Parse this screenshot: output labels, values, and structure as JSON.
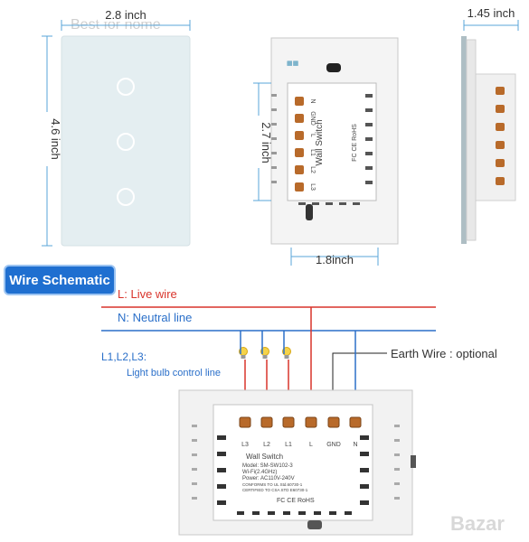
{
  "watermark": "Best for home",
  "dims": {
    "width_top": "2.8 inch",
    "height_left": "4.6 inch",
    "height_mid": "2.7 inch",
    "width_bottom": "1.8inch",
    "depth": "1.45 inch"
  },
  "module": {
    "title": "Wall Switch",
    "pins_top": [
      "N",
      "GND",
      "L",
      "L1",
      "L2",
      "L3"
    ],
    "marks": "FC CE RoHS"
  },
  "schematic": {
    "badge": "Wire Schematic",
    "live_prefix": "L",
    "live_label": ": Live wire",
    "neutral_prefix": "N",
    "neutral_label": ": Neutral line",
    "bulb_prefix": "L1,L2,L3:",
    "bulb_label": "Light bulb control line",
    "earth_label": "Earth Wire : optional",
    "colors": {
      "live": "#d9342b",
      "neutral": "#2a6fc9",
      "earth": "#222222"
    }
  },
  "device": {
    "terminals": [
      "L3",
      "L2",
      "L1",
      "L",
      "GND",
      "N"
    ],
    "title": "Wall Switch",
    "model": "Model: SM-SW102-3",
    "wifi": "Wi-Fi(2.4GHz)",
    "power": "Power: AC110V-240V",
    "conform": "CONFORMS TO UL Std.60730-1",
    "certified": "CERTIFIED TO CSA STD E60730-1",
    "marks": "FC CE RoHS"
  },
  "brand": "Bazar"
}
